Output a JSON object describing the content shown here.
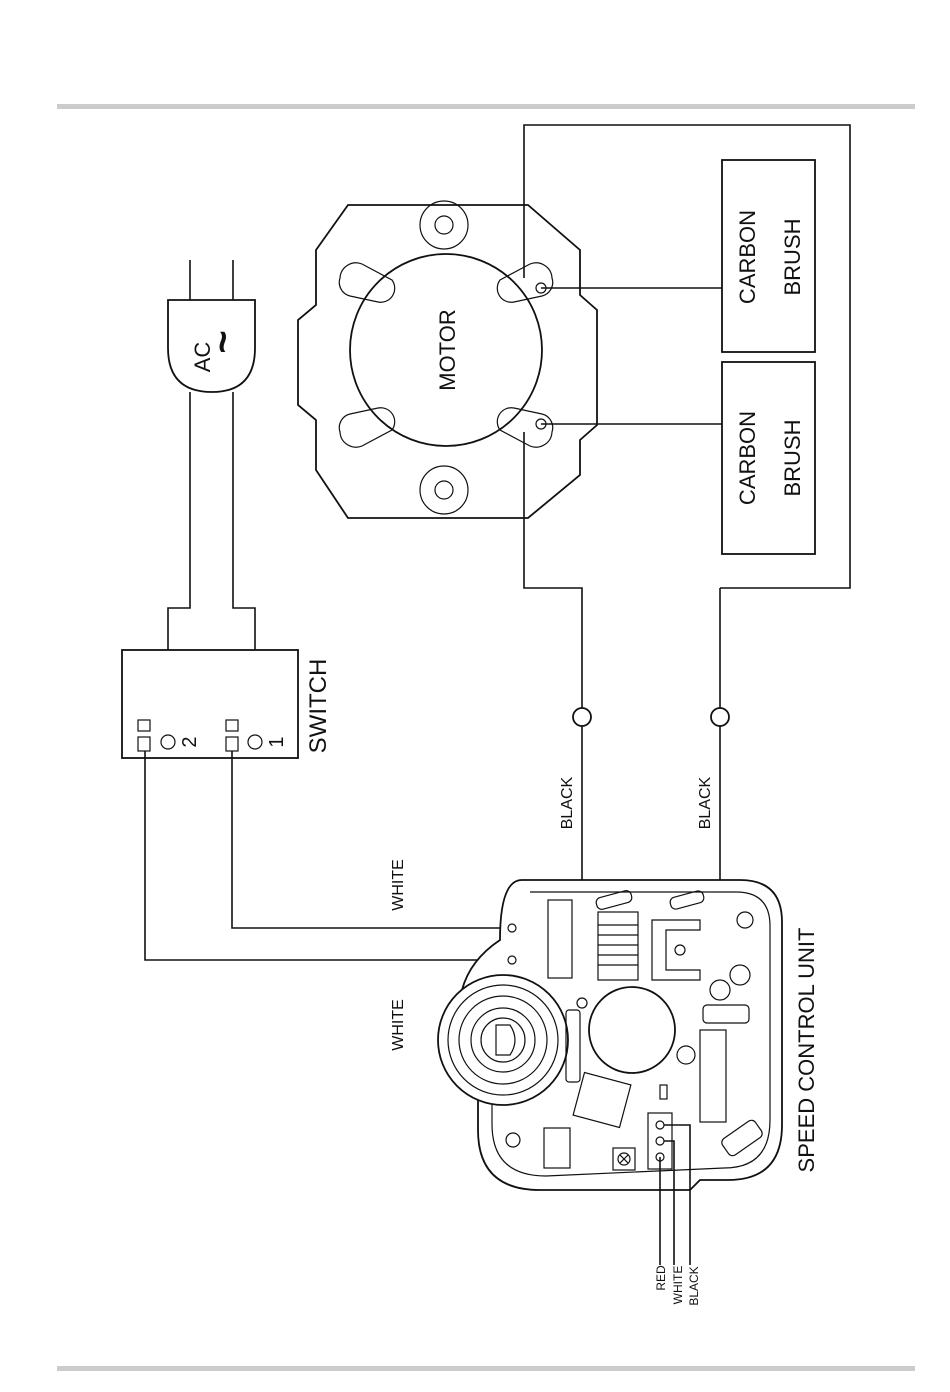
{
  "labels": {
    "ac": "AC",
    "ac_symbol": "~",
    "switch": "SWITCH",
    "terminal_2": "2",
    "terminal_1": "1",
    "motor": "MOTOR",
    "brush_top_1": "CARBON",
    "brush_top_2": "BRUSH",
    "brush_bottom_1": "CARBON",
    "brush_bottom_2": "BRUSH",
    "black_left": "BLACK",
    "black_right": "BLACK",
    "white_upper": "WHITE",
    "white_lower": "WHITE",
    "speed_control": "SPEED CONTROL UNIT",
    "lead_red": "RED",
    "lead_white": "WHITE",
    "lead_black": "BLACK"
  }
}
